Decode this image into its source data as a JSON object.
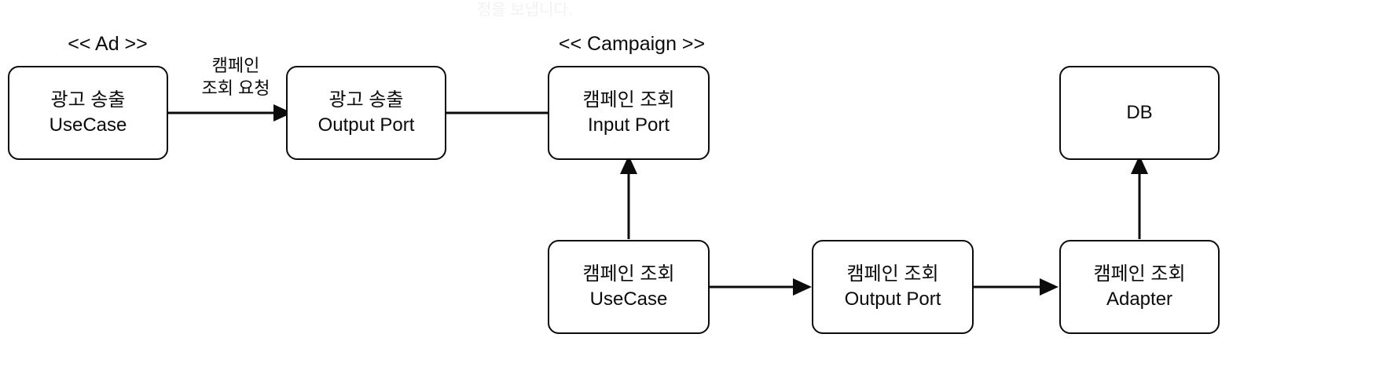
{
  "diagram": {
    "title_watermark": "정을 보냅니다.",
    "stereotypes": [
      {
        "id": "ad",
        "label": "<< Ad >>"
      },
      {
        "id": "campaign",
        "label": "<< Campaign >>"
      }
    ],
    "nodes": [
      {
        "id": "ad-usecase",
        "line1": "광고 송출",
        "line2": "UseCase"
      },
      {
        "id": "ad-output-port",
        "line1": "광고 송출",
        "line2": "Output Port"
      },
      {
        "id": "campaign-input-port",
        "line1": "캠페인 조회",
        "line2": "Input Port"
      },
      {
        "id": "db",
        "line1": "DB",
        "line2": ""
      },
      {
        "id": "campaign-usecase",
        "line1": "캠페인 조회",
        "line2": "UseCase"
      },
      {
        "id": "campaign-output-port",
        "line1": "캠페인 조회",
        "line2": "Output Port"
      },
      {
        "id": "campaign-adapter",
        "line1": "캠페인 조회",
        "line2": "Adapter"
      }
    ],
    "edges": [
      {
        "id": "ad-usecase-to-output-port",
        "label_line1": "캠페인",
        "label_line2": "조회 요청"
      },
      {
        "id": "output-port-to-input-port",
        "label_line1": "",
        "label_line2": ""
      },
      {
        "id": "campaign-usecase-to-input-port",
        "label_line1": "",
        "label_line2": ""
      },
      {
        "id": "campaign-usecase-to-output-port",
        "label_line1": "",
        "label_line2": ""
      },
      {
        "id": "campaign-output-port-to-adapter",
        "label_line1": "",
        "label_line2": ""
      },
      {
        "id": "campaign-adapter-to-db",
        "label_line1": "",
        "label_line2": ""
      }
    ],
    "colors": {
      "stroke": "#0c0c0c",
      "background": "#ffffff",
      "text": "#0b0b0b",
      "watermark": "#f2f2f2"
    }
  }
}
